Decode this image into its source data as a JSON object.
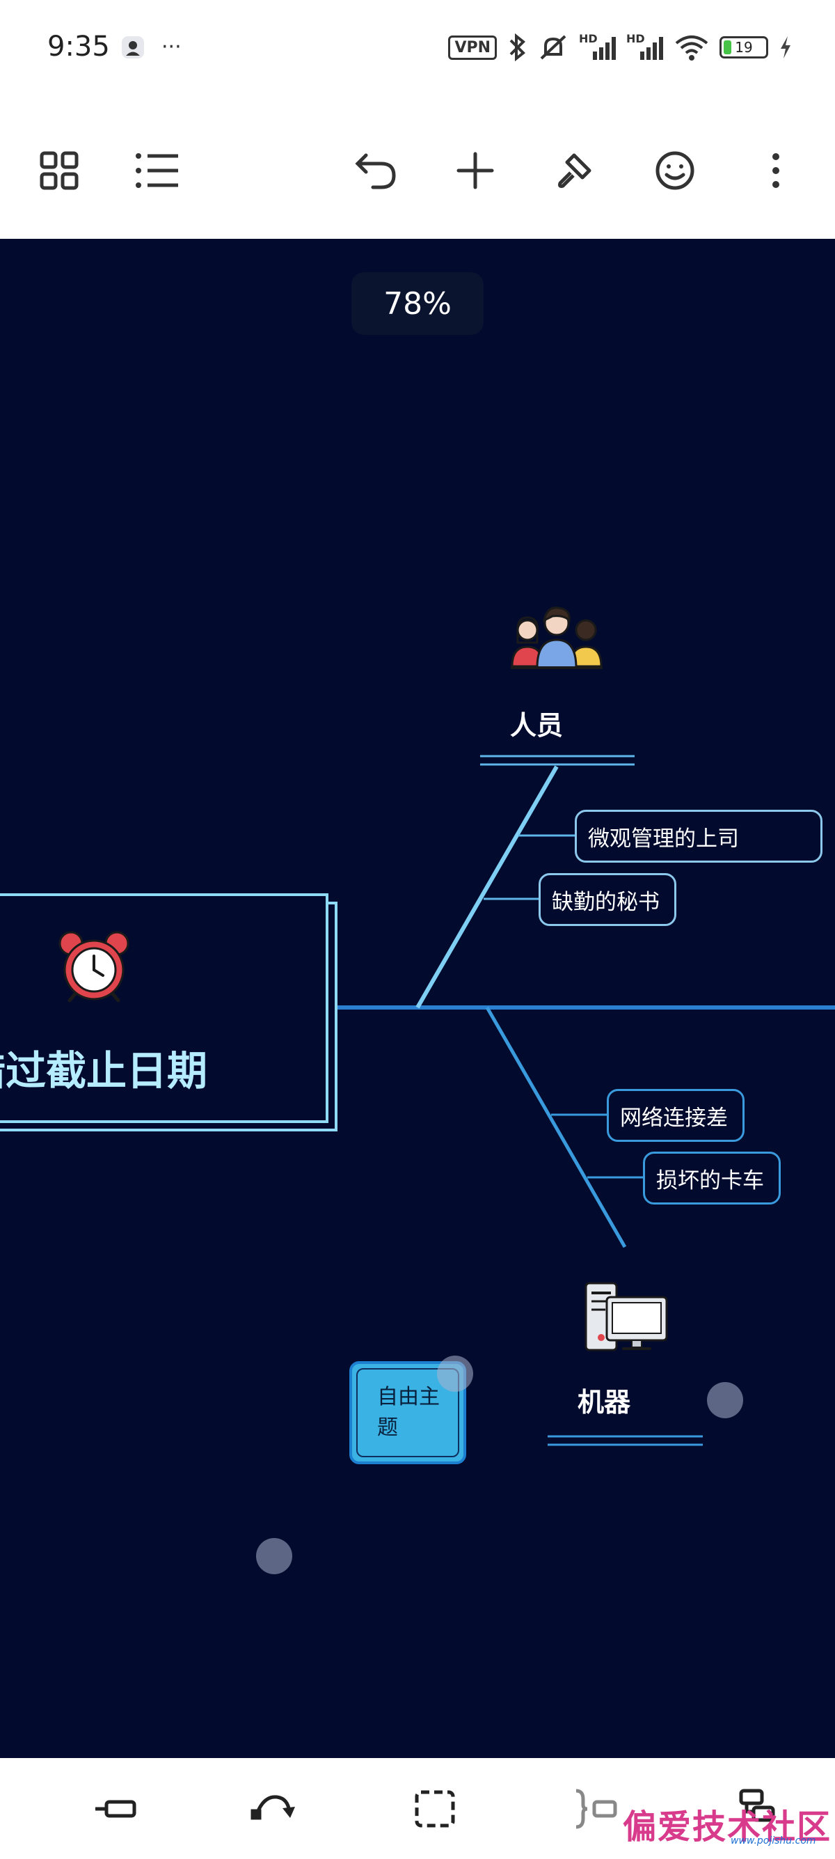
{
  "status_bar": {
    "time": "9:35",
    "more": "···",
    "vpn": "VPN",
    "network_hd1": "HD",
    "network_hd2": "HD",
    "battery_level": "19",
    "battery_fraction": 0.19
  },
  "toolbar": {
    "icons": [
      "grid-icon",
      "outline-list-icon",
      "undo-icon",
      "add-icon",
      "format-brush-icon",
      "emoji-icon",
      "more-vertical-icon"
    ]
  },
  "canvas": {
    "zoom": "78%",
    "background": "#020b2d",
    "central_topic": "错过截止日期",
    "branches": [
      {
        "label": "人员",
        "subtopics": [
          "微观管理的上司",
          "缺勤的秘书"
        ]
      },
      {
        "label": "机器",
        "subtopics": [
          "网络连接差",
          "损坏的卡车"
        ]
      }
    ],
    "free_topic": "自由主题"
  },
  "bottom_bar": {
    "icons": [
      "insert-subtopic-icon",
      "relationship-curve-icon",
      "boundary-icon",
      "summary-icon",
      "callout-icon"
    ]
  },
  "watermark": {
    "text": "偏爱技术社区",
    "url": "www.pojishu.com"
  }
}
